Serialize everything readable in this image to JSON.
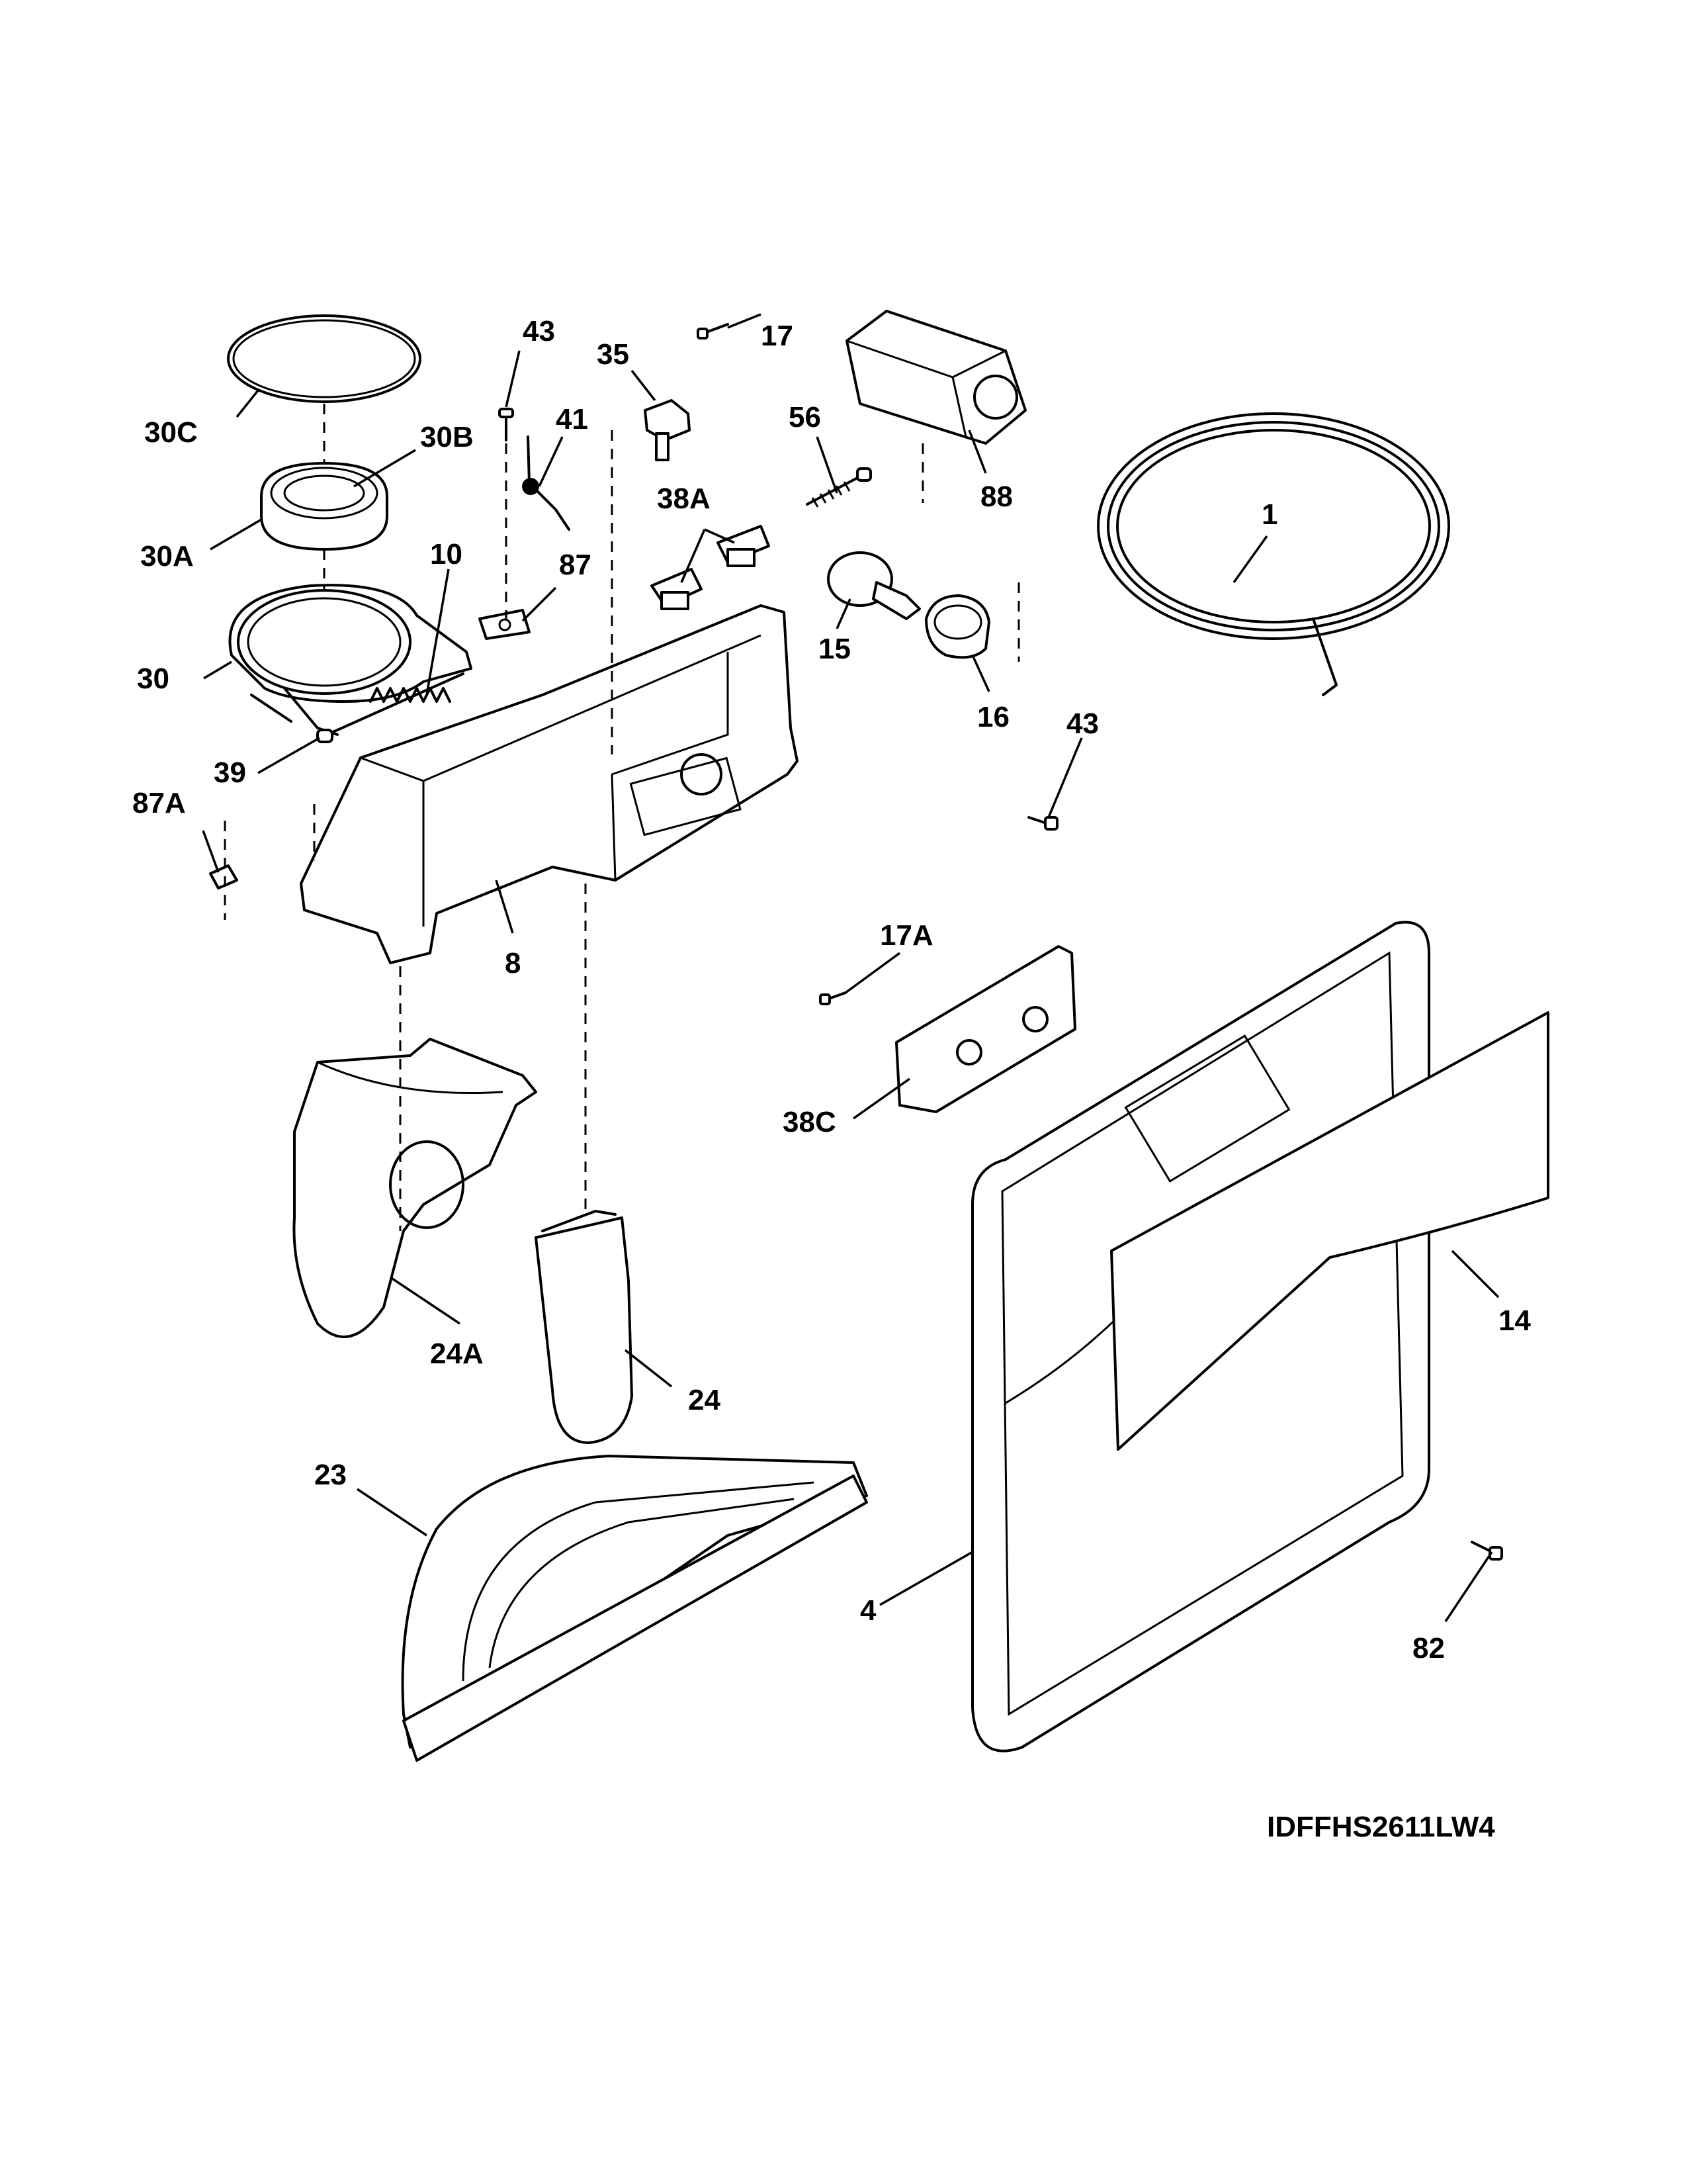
{
  "diagram": {
    "model_number": "IDFFHS2611LW4",
    "callouts": {
      "p1": "1",
      "p4": "4",
      "p8": "8",
      "p10": "10",
      "p14": "14",
      "p15": "15",
      "p16": "16",
      "p17": "17",
      "p17A": "17A",
      "p23": "23",
      "p24": "24",
      "p24A": "24A",
      "p30": "30",
      "p30A": "30A",
      "p30B": "30B",
      "p30C": "30C",
      "p35": "35",
      "p38A": "38A",
      "p38C": "38C",
      "p39": "39",
      "p41": "41",
      "p43a": "43",
      "p43b": "43",
      "p56": "56",
      "p82": "82",
      "p87": "87",
      "p87A": "87A",
      "p88": "88"
    }
  }
}
